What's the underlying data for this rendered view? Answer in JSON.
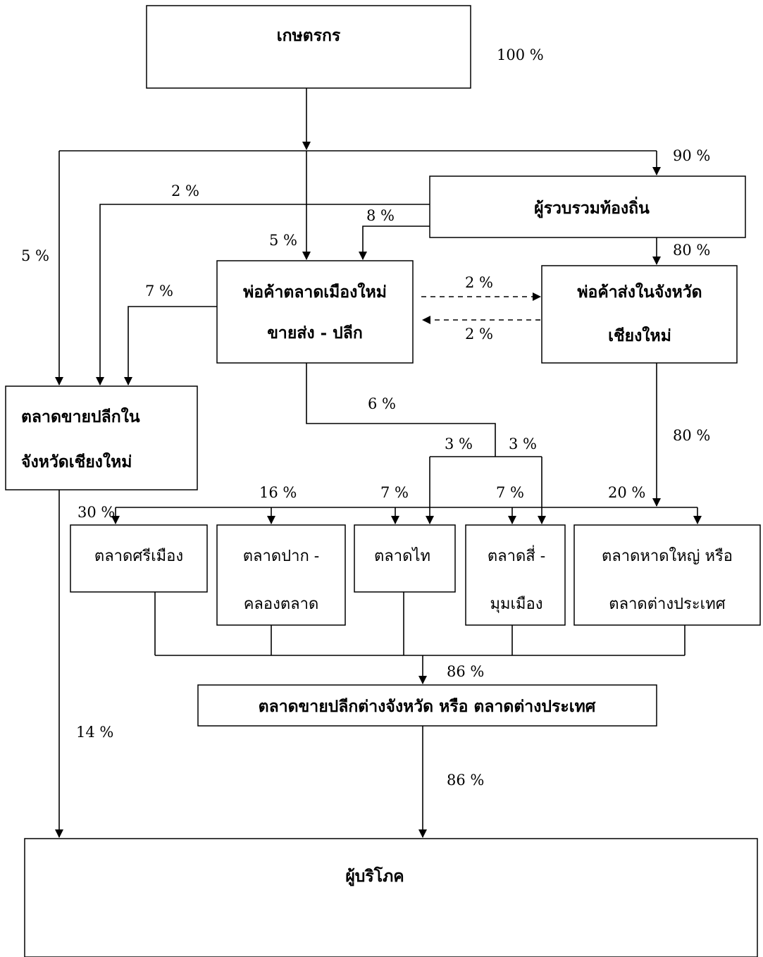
{
  "nodes": {
    "farmer": "เกษตรกร",
    "local_collector": "ผู้รวบรวมท้องถิ่น",
    "cm_market_trader_l1": "พ่อค้าตลาดเมืองใหม่",
    "cm_market_trader_l2": "ขายส่ง - ปลีก",
    "wholesaler_l1": "พ่อค้าส่งในจังหวัด",
    "wholesaler_l2": "เชียงใหม่",
    "retail_cm_l1": "ตลาดขายปลีกใน",
    "retail_cm_l2": "จังหวัดเชียงใหม่",
    "sri_mueang": "ตลาดศรีเมือง",
    "pak_khlong_l1": "ตลาดปาก -",
    "pak_khlong_l2": "คลองตลาด",
    "thai_market": "ตลาดไท",
    "si_mum_mueang_l1": "ตลาดสี่ -",
    "si_mum_mueang_l2": "มุมเมือง",
    "hat_yai_l1": "ตลาดหาดใหญ่ หรือ",
    "hat_yai_l2": "ตลาดต่างประเทศ",
    "retail_other": "ตลาดขายปลีกต่างจังหวัด หรือ ตลาดต่างประเทศ",
    "consumer": "ผู้บริโภค"
  },
  "percents": {
    "farmer_out": "100 %",
    "to_collector": "90 %",
    "farmer_to_retail": "5 %",
    "collector_to_retail": "2 %",
    "collector_to_trader": "8 %",
    "farmer_to_trader": "5 %",
    "collector_to_wholesaler": "80 %",
    "trader_to_retail": "7 %",
    "trader_to_wholesaler": "2 %",
    "wholesaler_to_trader": "2 %",
    "trader_to_markets": "6 %",
    "trader_to_thai": "3 %",
    "trader_to_simum": "3 %",
    "wholesaler_down": "80 %",
    "to_sri_mueang": "30 %",
    "to_pak_khlong": "16 %",
    "to_thai": "7 %",
    "to_si_mum": "7 %",
    "to_hat_yai": "20 %",
    "to_retail_other": "86 %",
    "retail_cm_to_consumer": "14 %",
    "retail_other_to_consumer": "86 %"
  }
}
